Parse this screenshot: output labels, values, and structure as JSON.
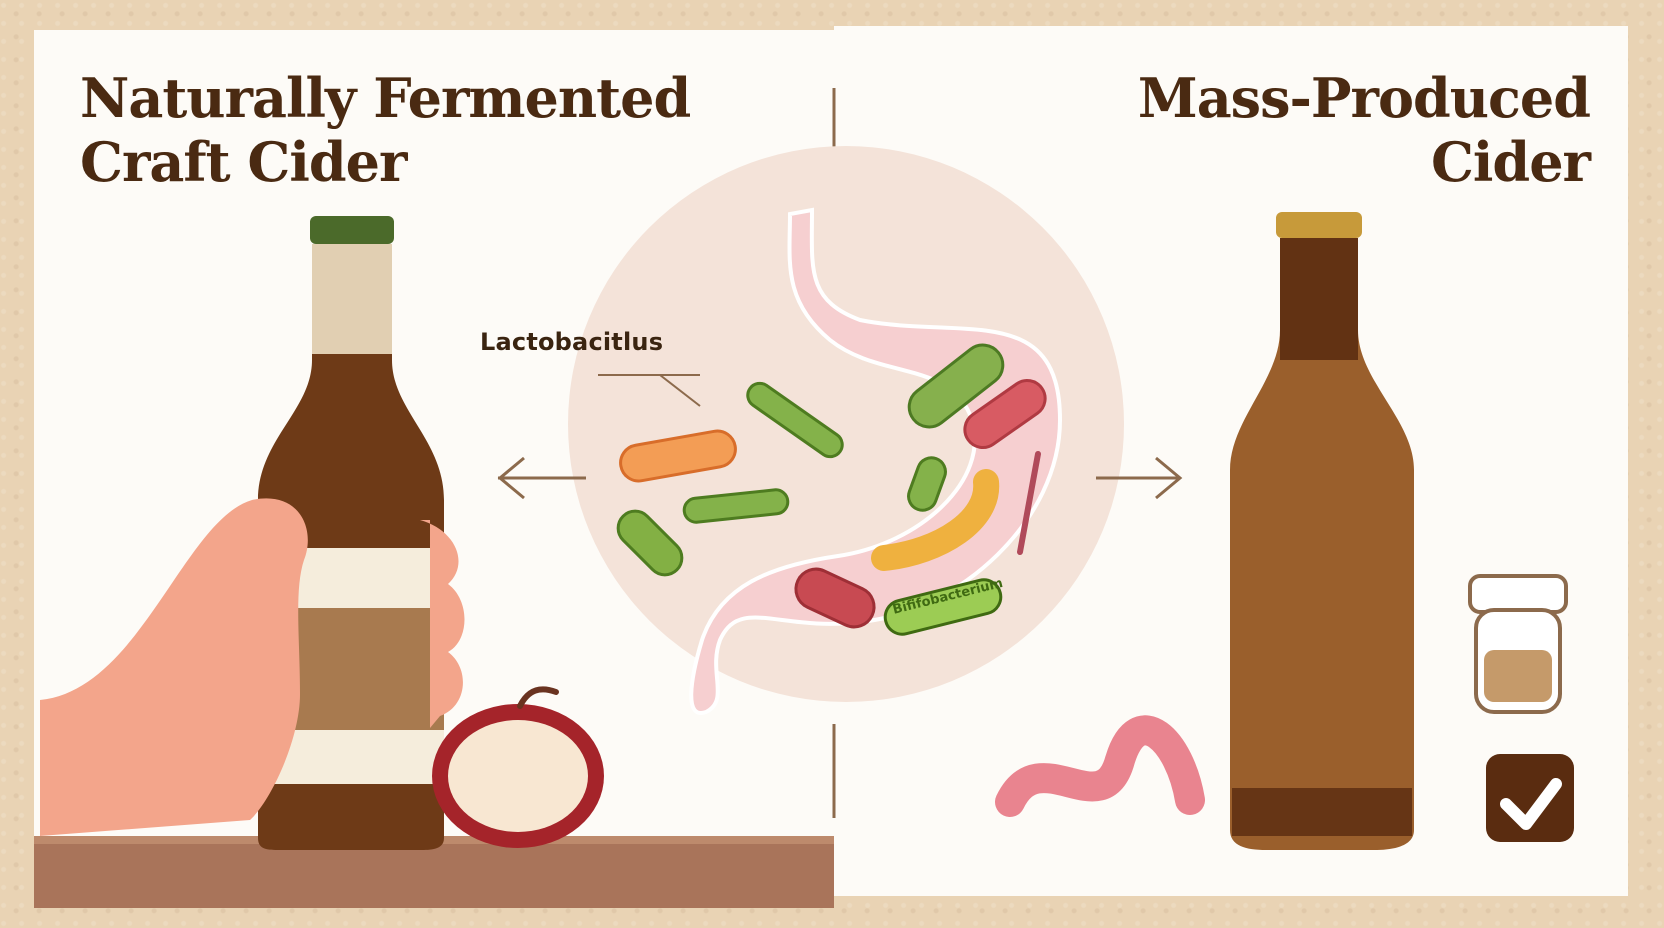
{
  "left_panel": {
    "title": "Naturally Fermented\nCraft Cider"
  },
  "right_panel": {
    "title": "Mass-Produced Cider"
  },
  "gut_diagram": {
    "labels": {
      "lactobacillus": "Lactobacitlus",
      "bifidobacterium": "Bififobacterium"
    }
  },
  "icons": {
    "left_bottle": "craft-cider-bottle",
    "right_bottle": "mass-cider-bottle",
    "apple": "apple-half",
    "jar": "sediment-jar",
    "check": "checkmark",
    "worm": "worm"
  },
  "colors": {
    "title": "#4a2a12",
    "frame": "#e9d3b4",
    "panel": "#fdfbf7",
    "bottle_brown": "#6e3a17",
    "cap_green": "#4b6a2a",
    "cap_gold": "#c79a3a",
    "apple_red": "#a5242a"
  }
}
